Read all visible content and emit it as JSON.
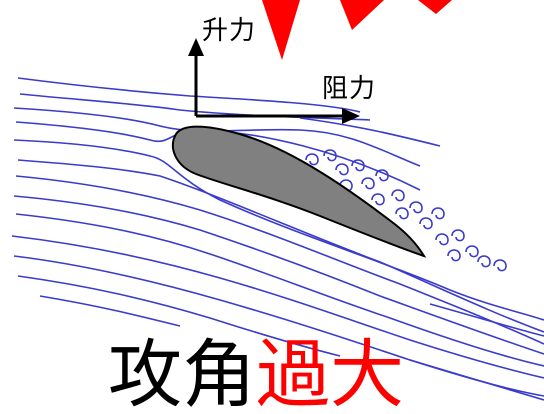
{
  "labels": {
    "lift": "升力",
    "drag": "阻力"
  },
  "caption": {
    "part_black": "攻角",
    "part_red": "過大"
  },
  "colors": {
    "streamline": "#3b3bcc",
    "airfoil_fill": "#808080",
    "airfoil_stroke": "#000000",
    "vortex": "#3b3bcc",
    "arrow": "#000000",
    "warning": "#ff0000"
  },
  "icons": [
    "lift-arrow-icon",
    "drag-arrow-icon",
    "warning-spike-icon"
  ]
}
